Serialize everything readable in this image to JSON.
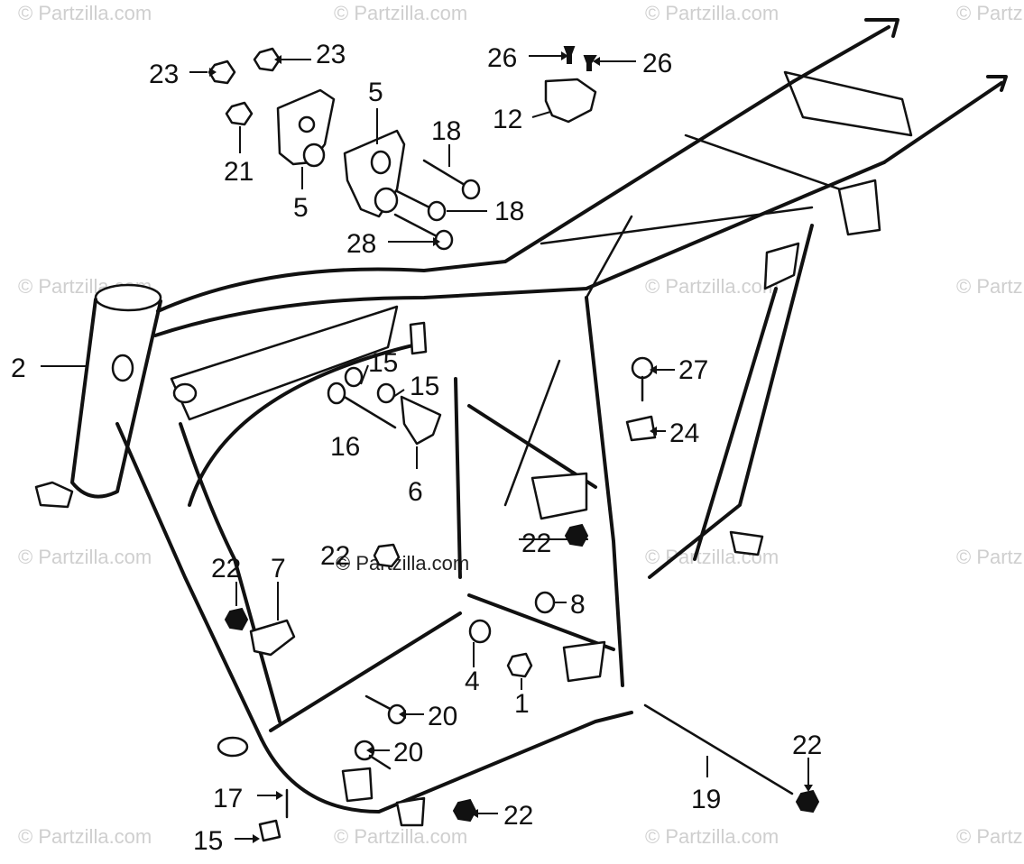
{
  "watermark": {
    "text": "© Partzilla.com",
    "center_text": "© Partzilla.com"
  },
  "callouts": {
    "c1": "1",
    "c2": "2",
    "c4": "4",
    "c5a": "5",
    "c5b": "5",
    "c6": "6",
    "c7": "7",
    "c8": "8",
    "c12": "12",
    "c15a": "15",
    "c15b": "15",
    "c15c": "15",
    "c16": "16",
    "c17": "17",
    "c18a": "18",
    "c18b": "18",
    "c19": "19",
    "c20a": "20",
    "c20b": "20",
    "c21": "21",
    "c22a": "22",
    "c22b": "22",
    "c22c": "22",
    "c22d": "22",
    "c22e": "22",
    "c23a": "23",
    "c23b": "23",
    "c24": "24",
    "c26a": "26",
    "c26b": "26",
    "c27": "27",
    "c28": "28"
  }
}
